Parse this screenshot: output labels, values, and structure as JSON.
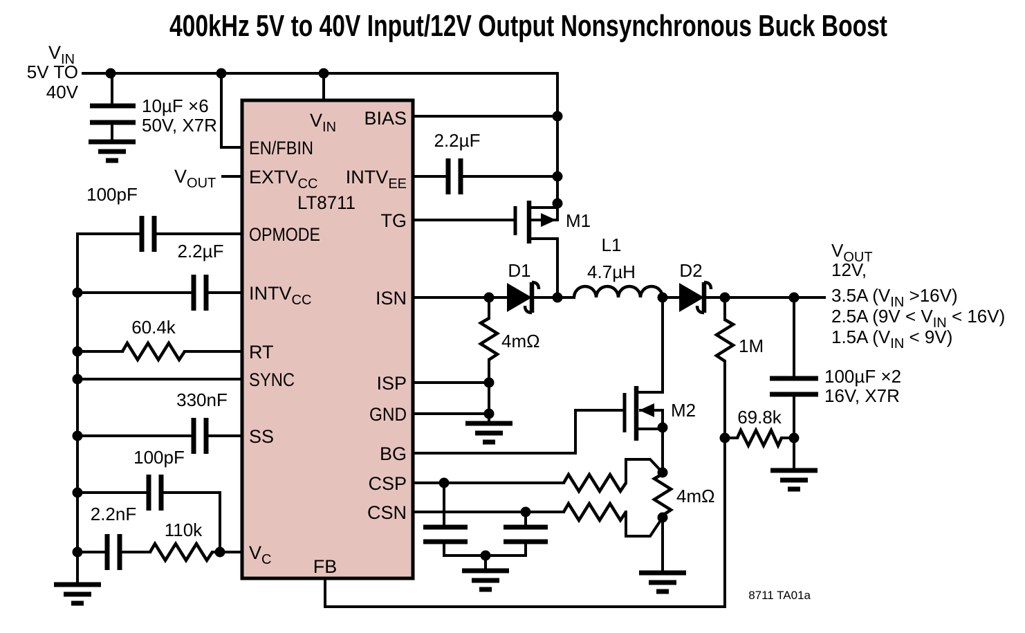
{
  "colors": {
    "background": "#ffffff",
    "ic_fill": "#e5c3bc",
    "line": "#000000"
  },
  "title": "400kHz 5V to 40V Input/12V Output Nonsynchronous Buck Boost",
  "source": {
    "vin_main": "V",
    "vin_sub": "IN",
    "range_line1": "5V TO",
    "range_line2": "40V",
    "cap_value": "10µF ×6",
    "cap_rating": "50V, X7R"
  },
  "ic": {
    "part": "LT8711",
    "pins": {
      "vin_main": "V",
      "vin_sub": "IN",
      "en_fbin": "EN/FBIN",
      "extvcc_main": "EXTV",
      "extvcc_sub": "CC",
      "opmode": "OPMODE",
      "intvcc_main": "INTV",
      "intvcc_sub": "CC",
      "rt": "RT",
      "sync": "SYNC",
      "ss": "SS",
      "vc_main": "V",
      "vc_sub": "C",
      "fb": "FB",
      "bias": "BIAS",
      "intvee_main": "INTV",
      "intvee_sub": "EE",
      "tg": "TG",
      "isn": "ISN",
      "isp": "ISP",
      "gnd": "GND",
      "bg": "BG",
      "csp": "CSP",
      "csn": "CSN"
    }
  },
  "left_components": {
    "vout_main": "V",
    "vout_sub": "OUT",
    "c_opmode": "100pF",
    "c_intvcc": "2.2µF",
    "r_rt": "60.4k",
    "c_ss": "330nF",
    "c_vc_hf": "100pF",
    "c_vc": "2.2nF",
    "r_vc": "110k"
  },
  "power_stage": {
    "c_intvee": "2.2µF",
    "m1": "M1",
    "m2": "M2",
    "d1": "D1",
    "d2": "D2",
    "l1_ref": "L1",
    "l1_value": "4.7µH",
    "r_sense_in": "4mΩ",
    "r_sense_out": "4mΩ"
  },
  "feedback": {
    "r_top": "1M",
    "r_bottom": "69.8k",
    "c_out_value": "100µF ×2",
    "c_out_rating": "16V, X7R"
  },
  "output": {
    "vout_main": "V",
    "vout_sub": "OUT",
    "voltage": "12V,",
    "current1_pre": "3.5A (V",
    "current1_sub": "IN",
    "current1_post": " >16V)",
    "current2_pre": "2.5A (9V < V",
    "current2_sub": "IN",
    "current2_post": " < 16V)",
    "current3_pre": "1.5A (V",
    "current3_sub": "IN",
    "current3_post": " < 9V)"
  },
  "footer": {
    "note": "8711 TA01a"
  }
}
